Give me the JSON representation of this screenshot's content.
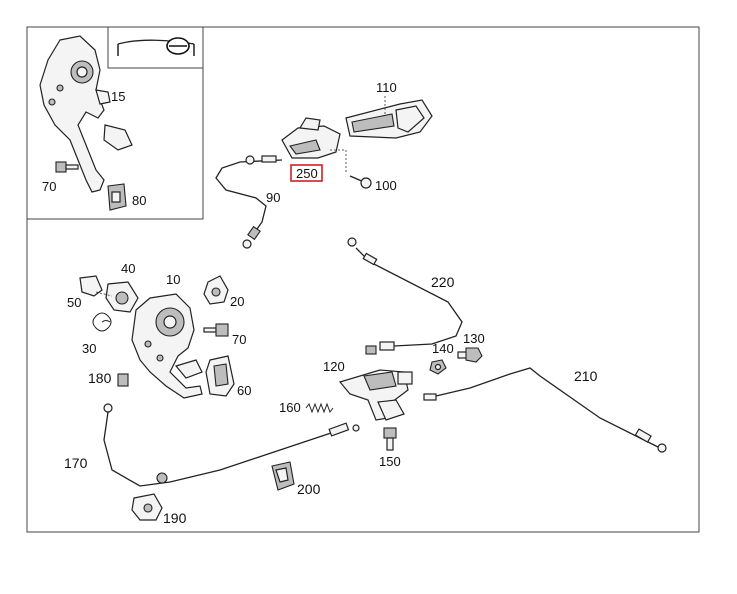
{
  "diagram": {
    "highlight_color": "#d42020",
    "line_color": "#222222",
    "labels": {
      "l15": "15",
      "l70a": "70",
      "l80": "80",
      "l110": "110",
      "l250": "250",
      "l100": "100",
      "l90": "90",
      "l40": "40",
      "l10": "10",
      "l50": "50",
      "l20": "20",
      "l30": "30",
      "l70b": "70",
      "l180": "180",
      "l60": "60",
      "l220": "220",
      "l130": "130",
      "l140": "140",
      "l120": "120",
      "l210": "210",
      "l160": "160",
      "l150": "150",
      "l170": "170",
      "l200": "200",
      "l190": "190"
    }
  }
}
